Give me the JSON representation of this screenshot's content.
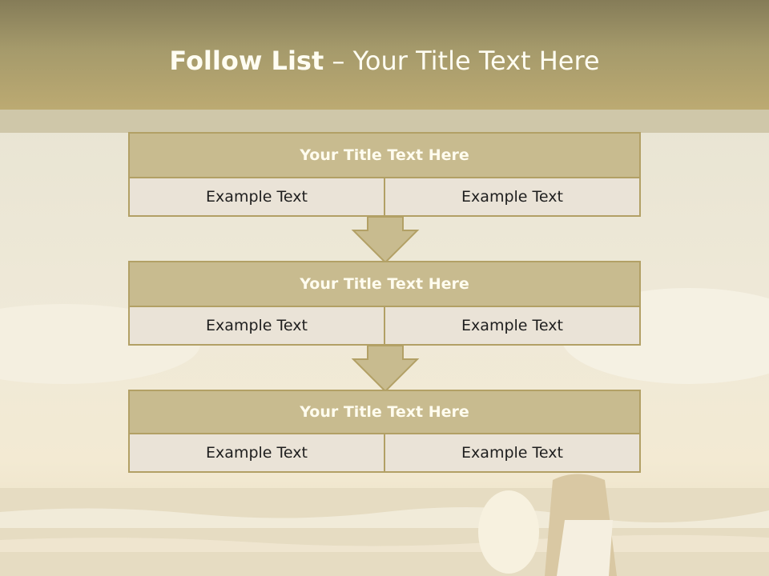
{
  "slide": {
    "title_bold": "Follow List",
    "title_rest": " – Your Title Text Here"
  },
  "blocks": [
    {
      "title": "Your Title Text Here",
      "left": "Example Text",
      "right": "Example Text"
    },
    {
      "title": "Your Title Text Here",
      "left": "Example Text",
      "right": "Example Text"
    },
    {
      "title": "Your Title Text Here",
      "left": "Example Text",
      "right": "Example Text"
    }
  ],
  "colors": {
    "header": "#a59a6b",
    "box_title": "#c8bb8f",
    "box_cell": "#eae3d7",
    "border": "#b2a065"
  }
}
